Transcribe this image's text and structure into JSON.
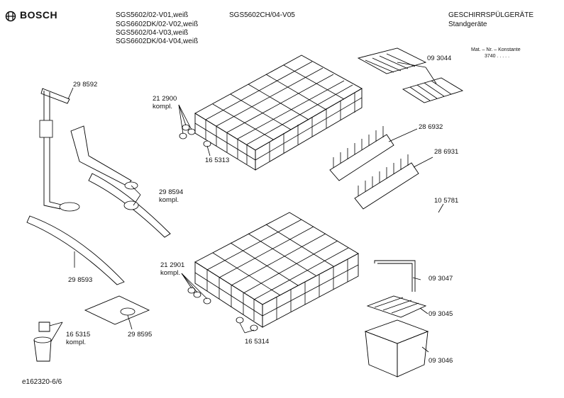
{
  "header": {
    "brand": "BOSCH",
    "models": [
      "SGS5602/02-V01,weiß",
      "SGS6602DK/02-V02,weiß",
      "SGS5602/04-V03,weiß",
      "SGS6602DK/04-V04,weiß"
    ],
    "model_ch": "SGS5602CH/04-V05",
    "category": "GESCHIRRSPÜLGERÄTE",
    "subcategory": "Standgeräte",
    "mat_label": "Mat. – Nr. – Konstante",
    "mat_value": "3740 . . . . ."
  },
  "parts": [
    {
      "id": "p_298592",
      "label": "29 8592"
    },
    {
      "id": "p_212900",
      "label": "21 2900\nkompl."
    },
    {
      "id": "p_165313",
      "label": "16 5313"
    },
    {
      "id": "p_093044",
      "label": "09 3044"
    },
    {
      "id": "p_286932",
      "label": "28 6932"
    },
    {
      "id": "p_286931",
      "label": "28 6931"
    },
    {
      "id": "p_298594",
      "label": "29 8594\nkompl."
    },
    {
      "id": "p_105781",
      "label": "10 5781"
    },
    {
      "id": "p_212901",
      "label": "21 2901\nkompl."
    },
    {
      "id": "p_298593",
      "label": "29 8593"
    },
    {
      "id": "p_093047",
      "label": "09 3047"
    },
    {
      "id": "p_093045",
      "label": "09 3045"
    },
    {
      "id": "p_165315",
      "label": "16 5315\nkompl."
    },
    {
      "id": "p_298595",
      "label": "29 8595"
    },
    {
      "id": "p_165314",
      "label": "16 5314"
    },
    {
      "id": "p_093046",
      "label": "09 3046"
    }
  ],
  "footer": {
    "drawing_id": "e162320-6/6"
  }
}
